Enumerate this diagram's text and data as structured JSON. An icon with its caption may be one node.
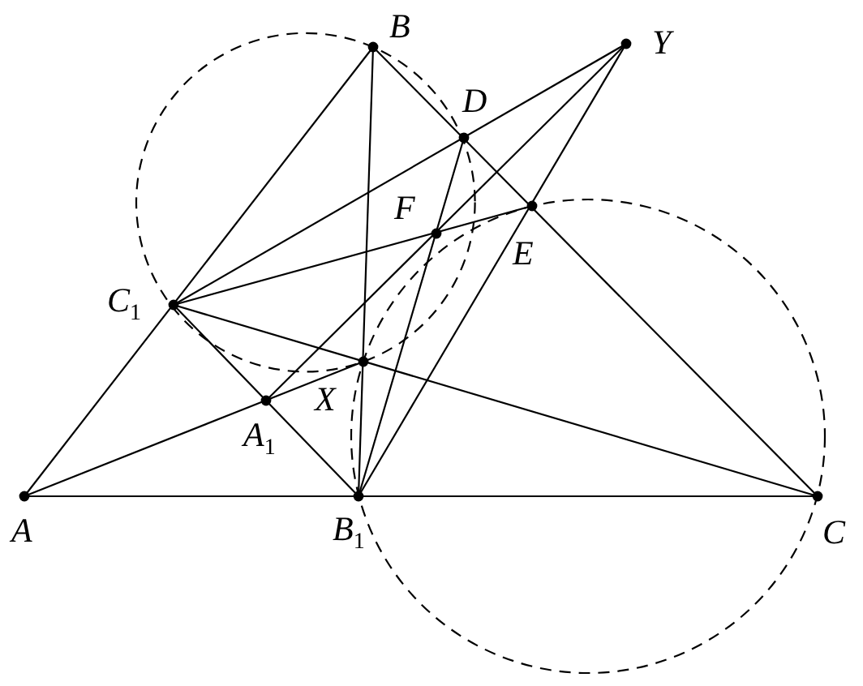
{
  "diagram": {
    "labels": [
      "B",
      "Y",
      "D",
      "F",
      "E",
      "C$_{1}$",
      "X",
      "A$_{1}$",
      "A",
      "B$_{1}$",
      "C"
    ]
  }
}
